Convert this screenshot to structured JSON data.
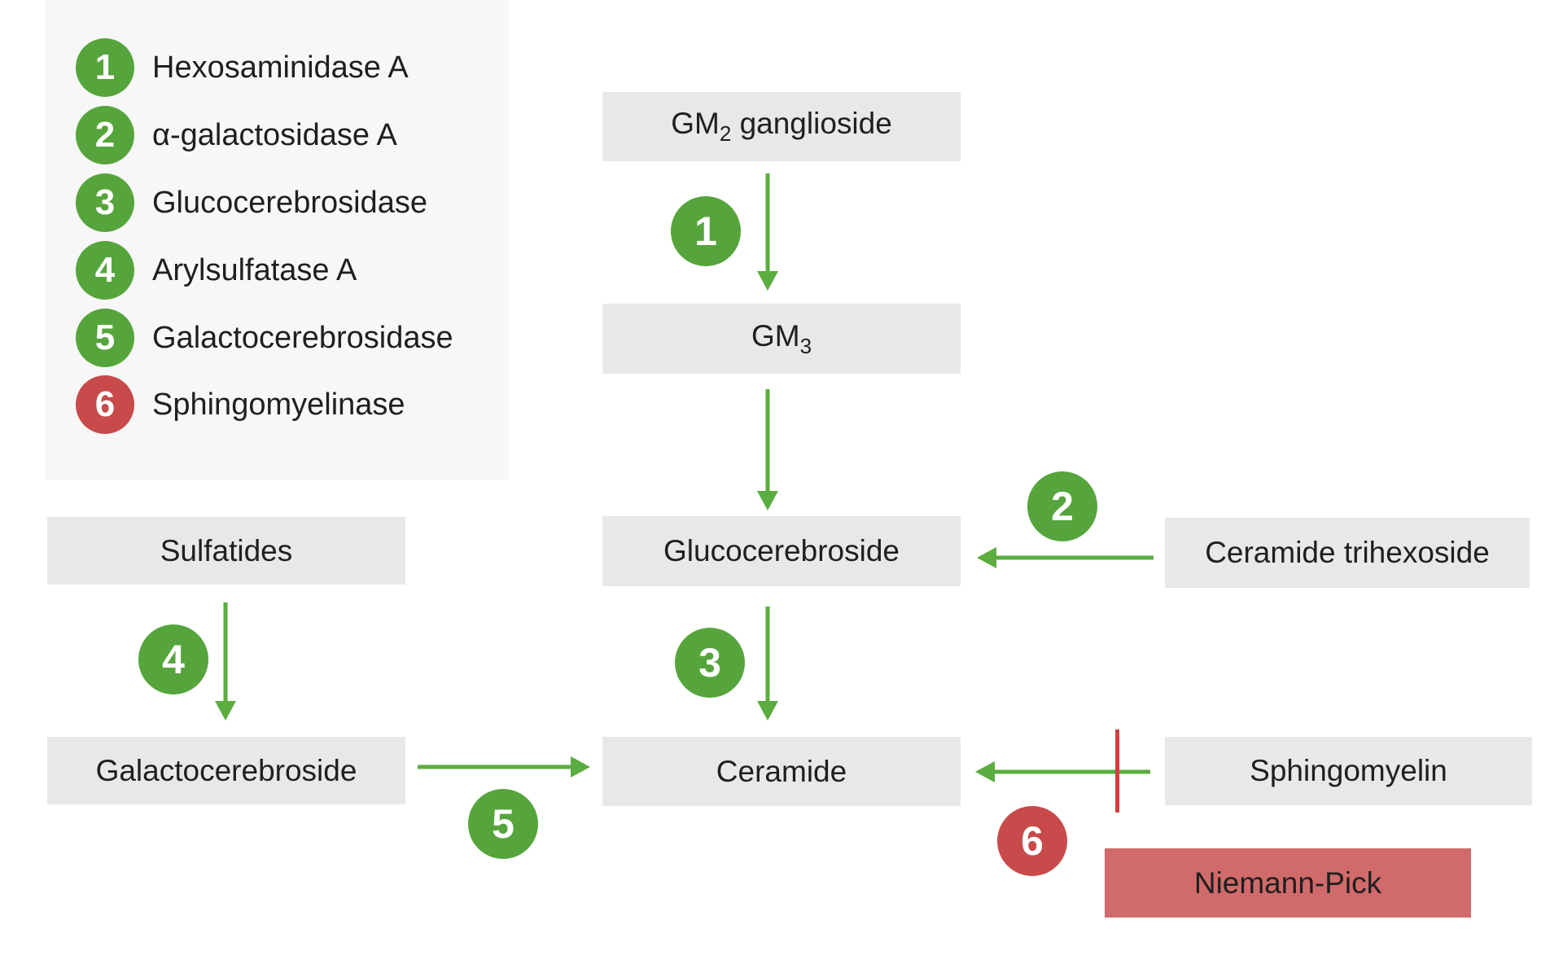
{
  "colors": {
    "green": "#56a53c",
    "green_arrow": "#5aad3e",
    "red": "#c84a4a",
    "box_bg": "#e8e8e8",
    "legend_bg": "#f7f7f7",
    "niemann_bg": "#d16a6a",
    "inhibit_red": "#cf4040",
    "text": "#1f1f1f"
  },
  "legend": {
    "items": [
      {
        "number": "1",
        "label": "Hexosaminidase A",
        "color": "green"
      },
      {
        "number": "2",
        "label": "α-galactosidase A",
        "color": "green"
      },
      {
        "number": "3",
        "label": "Glucocerebrosidase",
        "color": "green"
      },
      {
        "number": "4",
        "label": "Arylsulfatase A",
        "color": "green"
      },
      {
        "number": "5",
        "label": "Galactocerebrosidase",
        "color": "green"
      },
      {
        "number": "6",
        "label": "Sphingomyelinase",
        "color": "red"
      }
    ]
  },
  "steps": [
    {
      "number": "1",
      "color": "green"
    },
    {
      "number": "2",
      "color": "green"
    },
    {
      "number": "3",
      "color": "green"
    },
    {
      "number": "4",
      "color": "green"
    },
    {
      "number": "5",
      "color": "green"
    },
    {
      "number": "6",
      "color": "red"
    }
  ],
  "nodes": {
    "gm2": {
      "pre": "GM",
      "sub": "2",
      "post": " ganglioside"
    },
    "gm3": {
      "pre": "GM",
      "sub": "3",
      "post": ""
    },
    "glucocerebroside": {
      "text": "Glucocerebroside"
    },
    "ceramide_trihexoside": {
      "text": "Ceramide trihexoside"
    },
    "sulfatides": {
      "text": "Sulfatides"
    },
    "galactocerebroside": {
      "text": "Galactocerebroside"
    },
    "ceramide": {
      "text": "Ceramide"
    },
    "sphingomyelin": {
      "text": "Sphingomyelin"
    },
    "niemann_pick": {
      "text": "Niemann-Pick"
    }
  }
}
